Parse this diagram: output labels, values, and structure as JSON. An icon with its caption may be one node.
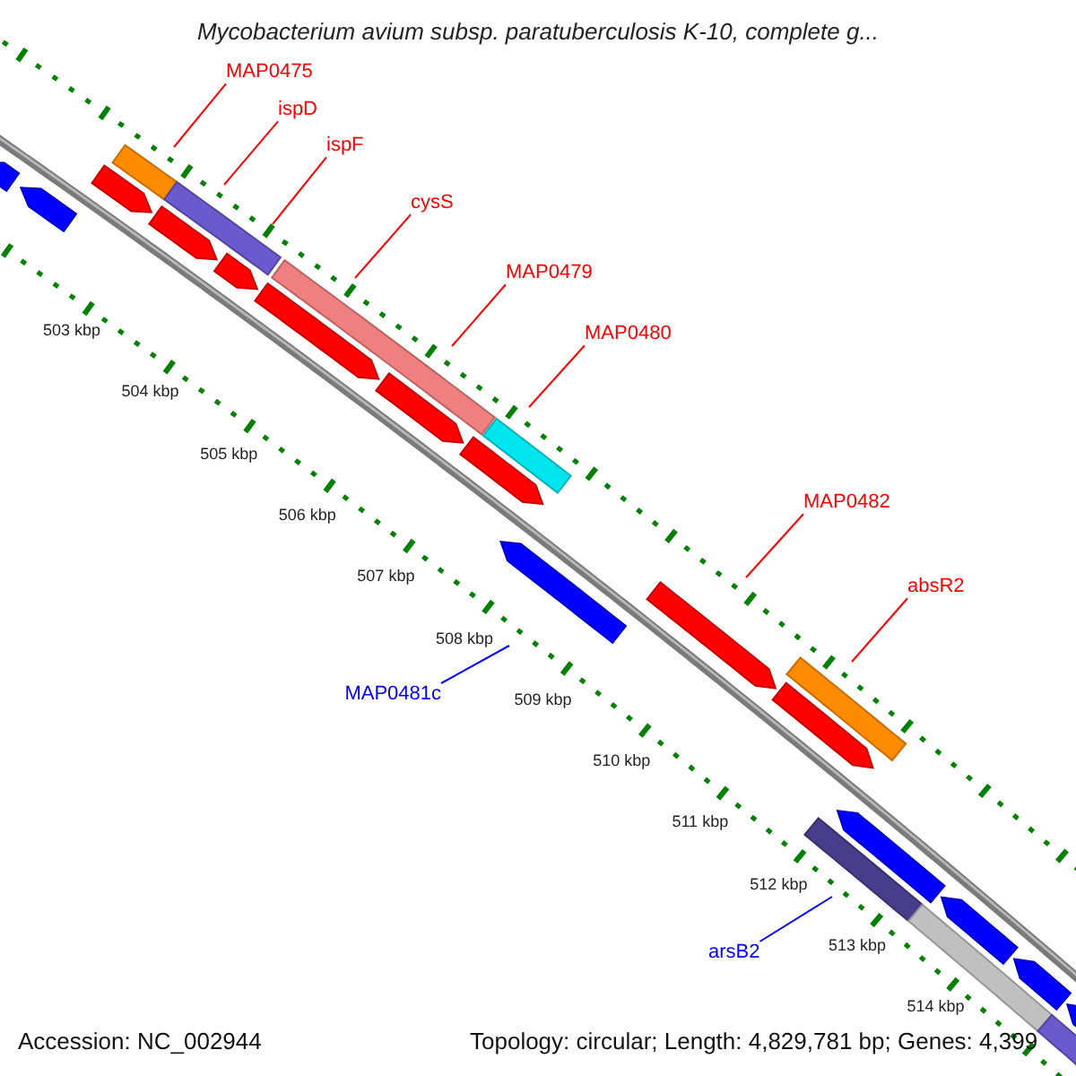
{
  "diagram": {
    "title": "Mycobacterium avium subsp. paratuberculosis K-10, complete g...",
    "nodes": [
      {
        "text": [
          "MAP0475"
        ]
      },
      {
        "text": [
          "ispD"
        ]
      },
      {
        "text": [
          "ispF"
        ]
      },
      {
        "text": [
          "cysS"
        ]
      },
      {
        "text": [
          "MAP0479"
        ]
      },
      {
        "text": [
          "MAP0480"
        ]
      },
      {
        "text": [
          "MAP0482"
        ]
      },
      {
        "text": [
          "absR2"
        ]
      },
      {
        "text": [
          "MAP0481c"
        ]
      },
      {
        "text": [
          "arsB2"
        ]
      }
    ],
    "edges": [
      {
        "from": 0,
        "to": null,
        "arrow": "none"
      },
      {
        "from": 1,
        "to": null,
        "arrow": "none"
      },
      {
        "from": 2,
        "to": null,
        "arrow": "none"
      },
      {
        "from": 3,
        "to": null,
        "arrow": "none"
      },
      {
        "from": 4,
        "to": null,
        "arrow": "none"
      },
      {
        "from": 5,
        "to": null,
        "arrow": "none"
      },
      {
        "from": 6,
        "to": null,
        "arrow": "none"
      },
      {
        "from": 7,
        "to": null,
        "arrow": "none"
      },
      {
        "from": 8,
        "to": null,
        "arrow": "none",
        "color": "#0000ff"
      },
      {
        "from": 9,
        "to": null,
        "arrow": "none",
        "color": "#0000ff"
      }
    ],
    "labels": [
      "503 kbp",
      "504 kbp",
      "505 kbp",
      "506 kbp",
      "507 kbp",
      "508 kbp",
      "509 kbp",
      "510 kbp",
      "511 kbp",
      "512 kbp",
      "513 kbp",
      "514 kbp",
      "Accession: NC_002944",
      "Topology: circular; Length: 4,829,781 bp; Genes: 4,399"
    ]
  }
}
